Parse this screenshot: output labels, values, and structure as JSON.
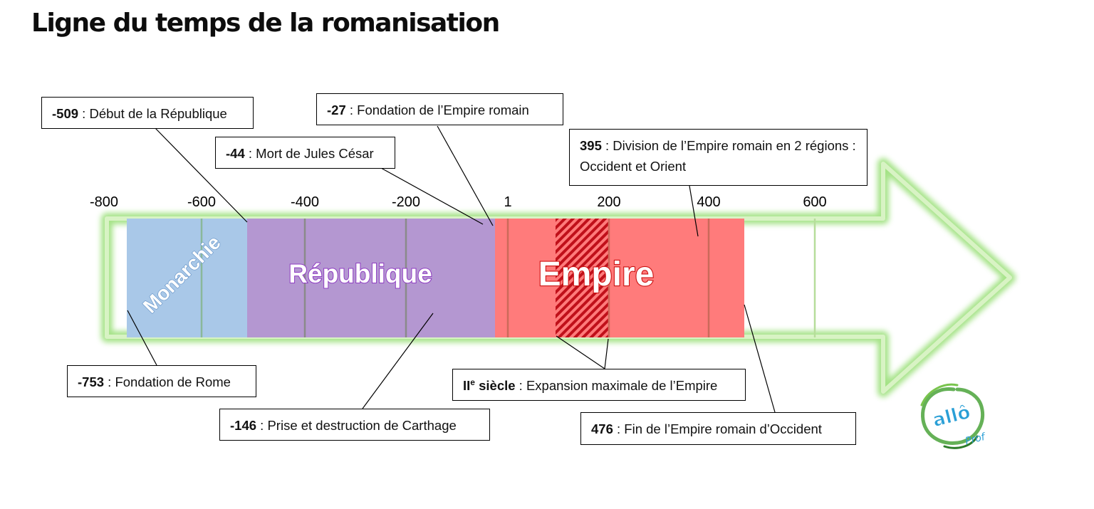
{
  "title": "Ligne du temps de la romanisation",
  "axis": {
    "ticks": [
      {
        "value": -800,
        "label": "-800"
      },
      {
        "value": -600,
        "label": "-600"
      },
      {
        "value": -400,
        "label": "-400"
      },
      {
        "value": -200,
        "label": "-200"
      },
      {
        "value": 1,
        "label": "1"
      },
      {
        "value": 200,
        "label": "200"
      },
      {
        "value": 400,
        "label": "400"
      },
      {
        "value": 600,
        "label": "600"
      }
    ]
  },
  "eras": [
    {
      "id": "monarchie",
      "label": "Monarchie",
      "start": -753,
      "end": -509,
      "color": "#a9c8e8"
    },
    {
      "id": "republique",
      "label": "République",
      "start": -509,
      "end": -27,
      "color": "#b497d1"
    },
    {
      "id": "empire",
      "label": "Empire",
      "start": -27,
      "end": 476,
      "color": "#ff7b7b"
    }
  ],
  "expansion": {
    "start": 100,
    "end": 200,
    "hatch_color": "#c0101a"
  },
  "events": [
    {
      "id": "e-509",
      "year": "-509",
      "text": "Début de la République"
    },
    {
      "id": "e-27",
      "year": "-27",
      "text": "Fondation de l’Empire romain"
    },
    {
      "id": "e-44",
      "year": "-44",
      "text": "Mort de Jules César"
    },
    {
      "id": "e395",
      "year": "395",
      "text": "Division de l’Empire romain en 2 régions : Occident et Orient"
    },
    {
      "id": "e-753",
      "year": "-753",
      "text": "Fondation de Rome"
    },
    {
      "id": "e2s",
      "year": "IIe siècle",
      "year_main": "II",
      "year_sup": "e",
      "year_rest": " siècle",
      "text": "Expansion maximale de l’Empire"
    },
    {
      "id": "e-146",
      "year": "-146",
      "text": "Prise et destruction de Carthage"
    },
    {
      "id": "e476",
      "year": "476",
      "text": "Fin de l’Empire romain d’Occident"
    }
  ],
  "colors": {
    "arrow_glow": "#9be07a",
    "arrow_core": "#d8f3c4"
  },
  "logo": {
    "text": "allô",
    "subtext": "Prof"
  }
}
